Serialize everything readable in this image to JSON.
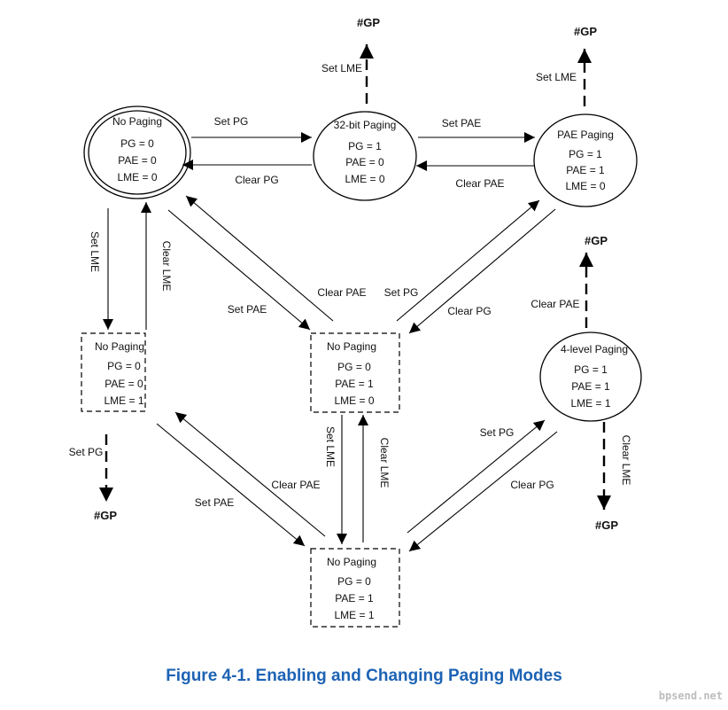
{
  "figure": {
    "caption": "Figure 4-1.  Enabling and Changing Paging Modes",
    "watermark": "bpsend.net"
  },
  "states": {
    "no_paging_init": {
      "title": "No Paging",
      "lines": [
        "PG = 0",
        "PAE = 0",
        "LME = 0"
      ]
    },
    "paging_32bit": {
      "title": "32-bit Paging",
      "lines": [
        "PG = 1",
        "PAE = 0",
        "LME = 0"
      ]
    },
    "pae_paging": {
      "title": "PAE Paging",
      "lines": [
        "PG = 1",
        "PAE = 1",
        "LME = 0"
      ]
    },
    "no_paging_lme": {
      "title": "No Paging",
      "lines": [
        "PG = 0",
        "PAE = 0",
        "LME = 1"
      ]
    },
    "no_paging_pae": {
      "title": "No Paging",
      "lines": [
        "PG = 0",
        "PAE = 1",
        "LME = 0"
      ]
    },
    "paging_4level": {
      "title": "4-level Paging",
      "lines": [
        "PG = 1",
        "PAE = 1",
        "LME = 1"
      ]
    },
    "no_paging_pae_lme": {
      "title": "No Paging",
      "lines": [
        "PG = 0",
        "PAE = 1",
        "LME = 1"
      ]
    }
  },
  "edges": {
    "set_pg_top": "Set PG",
    "clear_pg_top": "Clear PG",
    "set_pae_top": "Set PAE",
    "clear_pae_top": "Clear PAE",
    "set_lme_32bit": "Set LME",
    "set_lme_pae": "Set LME",
    "set_lme_left": "Set LME",
    "clear_lme_left": "Clear LME",
    "set_pae_diag": "Set PAE",
    "clear_pae_diag": "Clear PAE",
    "set_pg_diag": "Set PG",
    "clear_pg_diag": "Clear PG",
    "clear_pae_4level": "Clear PAE",
    "clear_lme_4level": "Clear LME",
    "set_pg_left": "Set PG",
    "set_pae_bottom": "Set PAE",
    "clear_pae_bottom": "Clear PAE",
    "set_lme_mid": "Set LME",
    "clear_lme_mid": "Clear LME",
    "set_pg_bottom": "Set PG",
    "clear_pg_bottom": "Clear PG"
  },
  "gp_label": "#GP"
}
